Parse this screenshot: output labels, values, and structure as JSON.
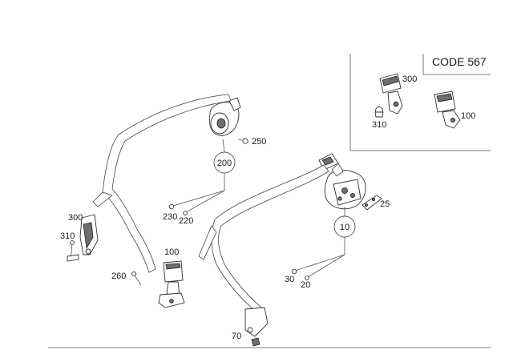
{
  "inset": {
    "code_label": "CODE 567"
  },
  "callouts": {
    "p10": "10",
    "p20": "20",
    "p25": "25",
    "p30": "30",
    "p70": "70",
    "p100_main": "100",
    "p100_inset": "100",
    "p200": "200",
    "p220": "220",
    "p230": "230",
    "p250": "250",
    "p260": "260",
    "p300_main": "300",
    "p300_inset": "300",
    "p310_main": "310",
    "p310_inset": "310"
  }
}
